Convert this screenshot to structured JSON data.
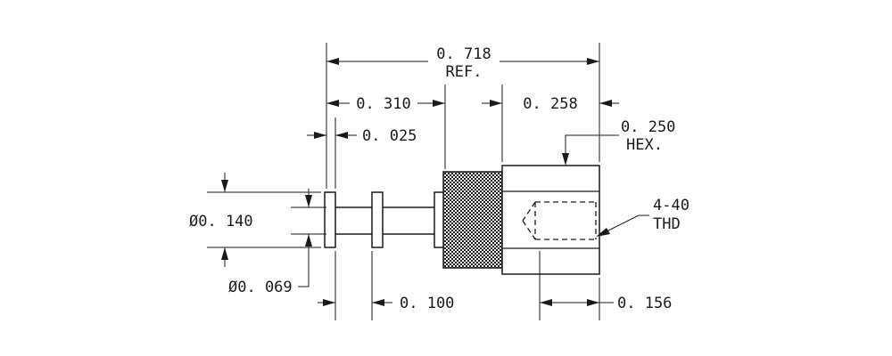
{
  "drawing": {
    "dims": {
      "overall_length": "0. 718",
      "overall_ref": "REF.",
      "shaft_length": "0. 310",
      "head_length": "0. 258",
      "hex_size": "0. 250",
      "hex_label": "HEX.",
      "flange_thickness": "0. 025",
      "flange_diameter": "Ø0. 140",
      "shaft_diameter": "Ø0. 069",
      "groove_spacing": "0. 100",
      "thread_depth": "0. 156",
      "thread_size": "4-40",
      "thread_label": "THD"
    },
    "colors": {
      "line": "#1a1a1a",
      "background": "#ffffff"
    }
  }
}
